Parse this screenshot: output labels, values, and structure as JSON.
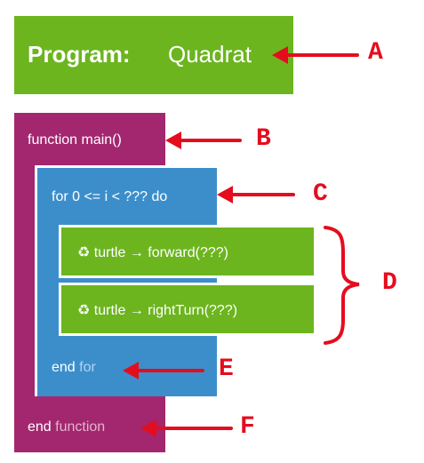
{
  "program": {
    "keyword": "Program:",
    "name": "Quadrat"
  },
  "function_block": {
    "header": "function main()",
    "end_keyword": "end",
    "end_suffix": "function"
  },
  "for_block": {
    "header": "for 0 <= i < ??? do",
    "end_keyword": "end",
    "end_suffix": "for"
  },
  "statements": [
    {
      "icon": "recycle-icon",
      "text": "turtle → forward(???)"
    },
    {
      "icon": "recycle-icon",
      "text": "turtle → rightTurn(???)"
    }
  ],
  "callouts": {
    "a": "A",
    "b": "B",
    "c": "C",
    "d": "D",
    "e": "E",
    "f": "F"
  },
  "colors": {
    "program_green": "#6cb51f",
    "function_magenta": "#a3276f",
    "loop_blue": "#3c8ecb",
    "annotation_red": "#e40d1e"
  }
}
